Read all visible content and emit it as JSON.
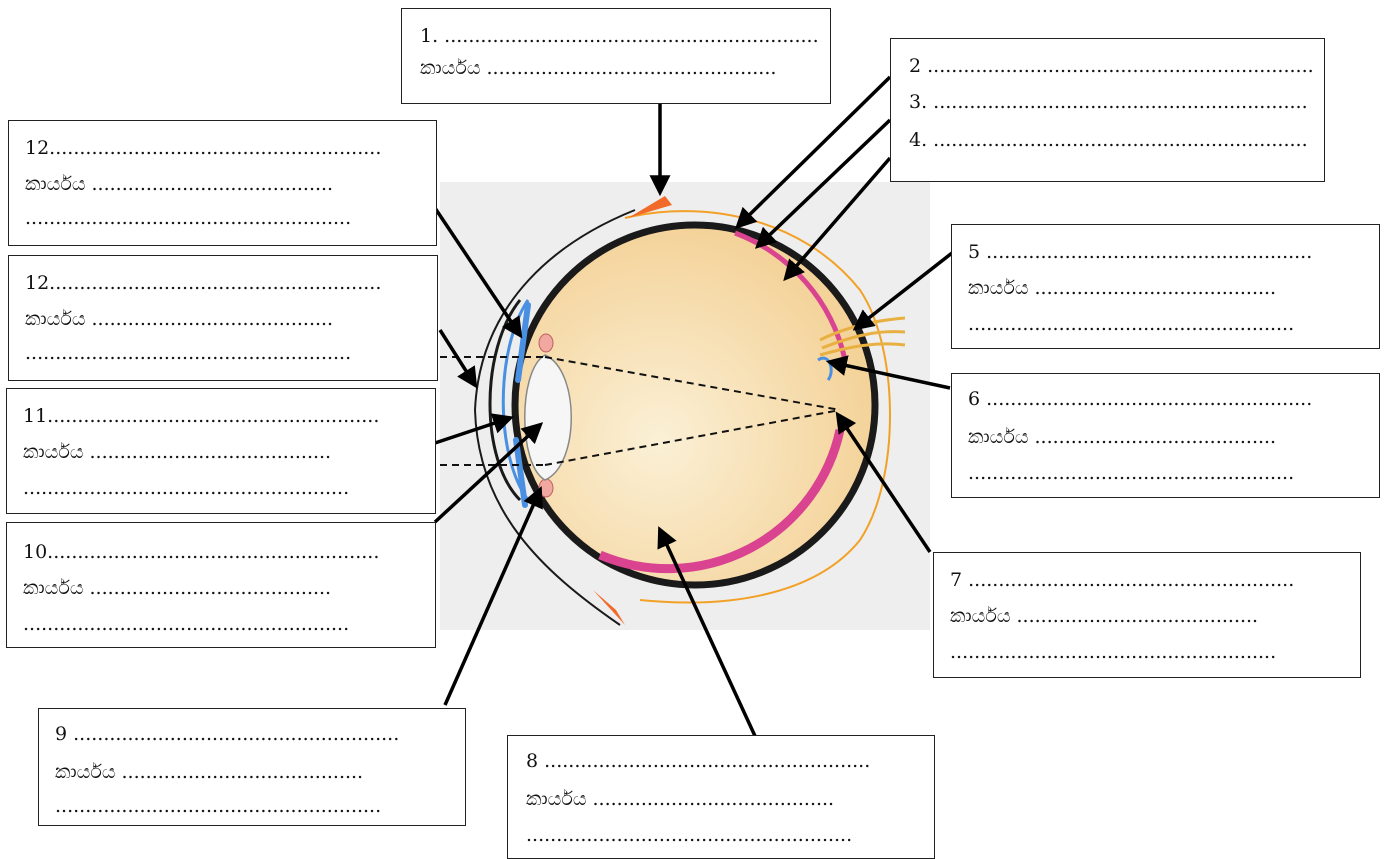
{
  "labels": {
    "b1": {
      "l1": "1. ..............................................................",
      "l2": "කාර්යය ................................................"
    },
    "b2": {
      "l1": "2 ...................................................................",
      "l2": "3. ..............................................................",
      "l3": "4. .............................................................."
    },
    "b12a": {
      "l1": "12.......................................................",
      "l2": "කාර්යය ........................................",
      "l3": "......................................................"
    },
    "b12b": {
      "l1": "12.......................................................",
      "l2": "කාර්යය ........................................",
      "l3": "......................................................"
    },
    "b11": {
      "l1": "11.......................................................",
      "l2": "කාර්යය ........................................",
      "l3": "......................................................"
    },
    "b10": {
      "l1": "10.......................................................",
      "l2": "කාර්යය ........................................",
      "l3": "......................................................"
    },
    "b9": {
      "l1": "9 ......................................................",
      "l2": "කාර්යය ........................................",
      "l3": "......................................................"
    },
    "b8": {
      "l1": "8 ......................................................",
      "l2": "කාර්යය ........................................",
      "l3": "......................................................"
    },
    "b7": {
      "l1": "7 ......................................................",
      "l2": "කාර්යය ........................................",
      "l3": "......................................................"
    },
    "b6": {
      "l1": "6 ......................................................",
      "l2": "කාර්යය ........................................",
      "l3": "......................................................"
    },
    "b5": {
      "l1": "5 ......................................................",
      "l2": "කාර්යය ........................................",
      "l3": "......................................................"
    }
  },
  "colors": {
    "vitreous": "#f6dba6",
    "choroid": "#d9438f",
    "sclera_outline": "#f2a126",
    "cornea_iris": "#4a90e2",
    "background": "#eeeeee"
  }
}
